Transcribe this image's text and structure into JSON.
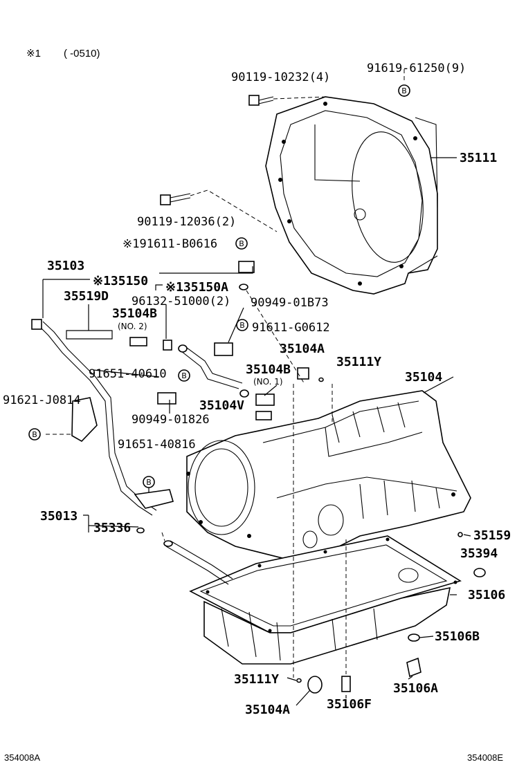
{
  "header": {
    "note_mark": "※1",
    "note_range": "(      -0510)"
  },
  "footer": {
    "left_code": "354008A",
    "right_code": "354008E"
  },
  "callout_marker": "B",
  "labels": {
    "p90119_10232": "90119-10232(4)",
    "p91619_61250": "91619-61250(9)",
    "p35111": "35111",
    "p90119_12036": "90119-12036(2)",
    "p91611_B0616": "※191611-B0616",
    "p35103": "35103",
    "p35150": "※135150",
    "p35150A": "※135150A",
    "p35519D": "35519D",
    "p96132_51000": "96132-51000(2)",
    "p90949_01B73": "90949-01B73",
    "p35104B_2": "35104B",
    "no2": "(NO. 2)",
    "p91611_G0612": "91611-G0612",
    "p35104A_top": "35104A",
    "p35104B_1": "35104B",
    "no1": "(NO. 1)",
    "p35111Y_top": "35111Y",
    "p35104": "35104",
    "p91651_40610": "91651-40610",
    "p91621_J0814": "91621-J0814",
    "p35104V": "35104V",
    "p90949_01826": "90949-01826",
    "p91651_40816": "91651-40816",
    "p35013": "35013",
    "p35336": "35336",
    "p35159": "35159",
    "p35394": "35394",
    "p35106": "35106",
    "p35106B": "35106B",
    "p35111Y_bot": "35111Y",
    "p35104A_bot": "35104A",
    "p35106F": "35106F",
    "p35106A": "35106A"
  }
}
